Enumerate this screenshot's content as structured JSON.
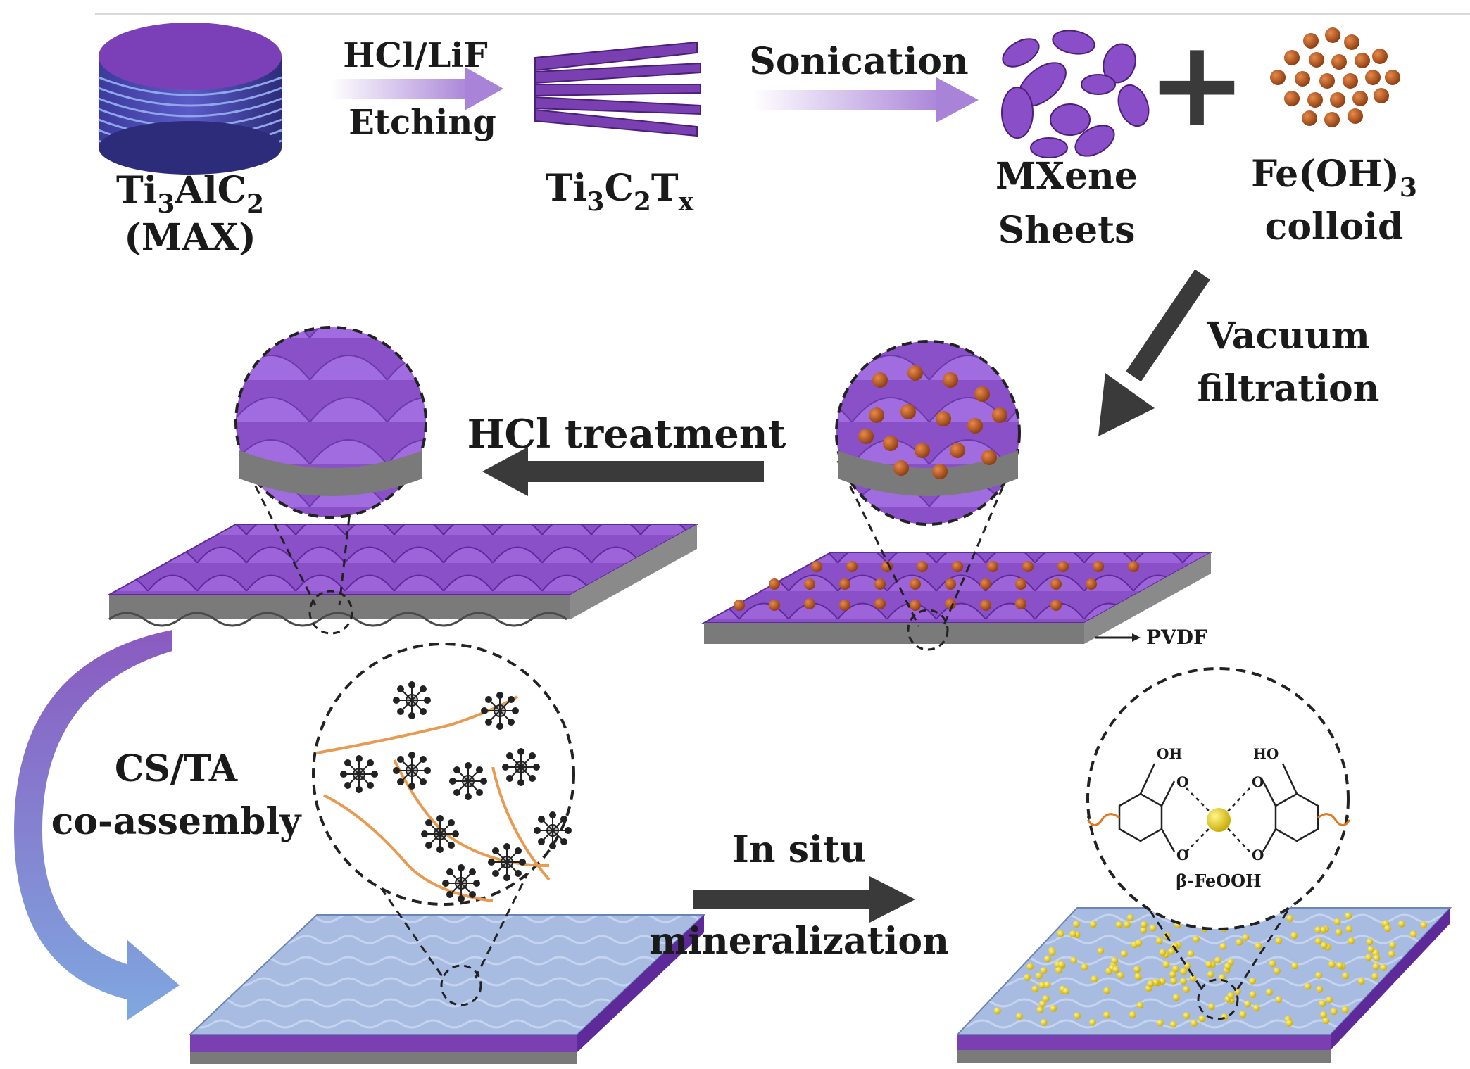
{
  "steps": {
    "etch": {
      "line1": "HCl/LiF",
      "line2": "Etching"
    },
    "sonication": "Sonication",
    "vacuum": {
      "line1": "Vacuum",
      "line2": "filtration"
    },
    "hcl_treatment": "HCl treatment",
    "cs_ta": {
      "line1": "CS/TA",
      "line2": "co-assembly"
    },
    "mineralization": {
      "line1": "In situ",
      "line2": "mineralization"
    }
  },
  "materials": {
    "max": {
      "formula_main": "Ti",
      "sub1": "3",
      "mid": "AlC",
      "sub2": "2",
      "line2": "(MAX)"
    },
    "ti3c2tx": {
      "a": "Ti",
      "s1": "3",
      "b": "C",
      "s2": "2",
      "c": "T",
      "s3": "x"
    },
    "mxene": {
      "line1": "MXene",
      "line2": "Sheets"
    },
    "feoh": {
      "main": "Fe(OH)",
      "sub": "3",
      "line2": "colloid"
    },
    "plus": "+",
    "pvdf": "PVDF"
  },
  "molecule": {
    "oh": "OH",
    "ho": "HO",
    "o1": "O",
    "o2": "O",
    "o3": "O",
    "o4": "O",
    "label": "β-FeOOH"
  },
  "colors": {
    "purple": "#7a3fb0",
    "purple_dark": "#4b1f7a",
    "arrow_dark": "#3a3a3a",
    "iron": "#b85a22",
    "orange_chain": "#e89a50",
    "gold": "#e8d020",
    "blue_film": "#9bb1d8"
  }
}
